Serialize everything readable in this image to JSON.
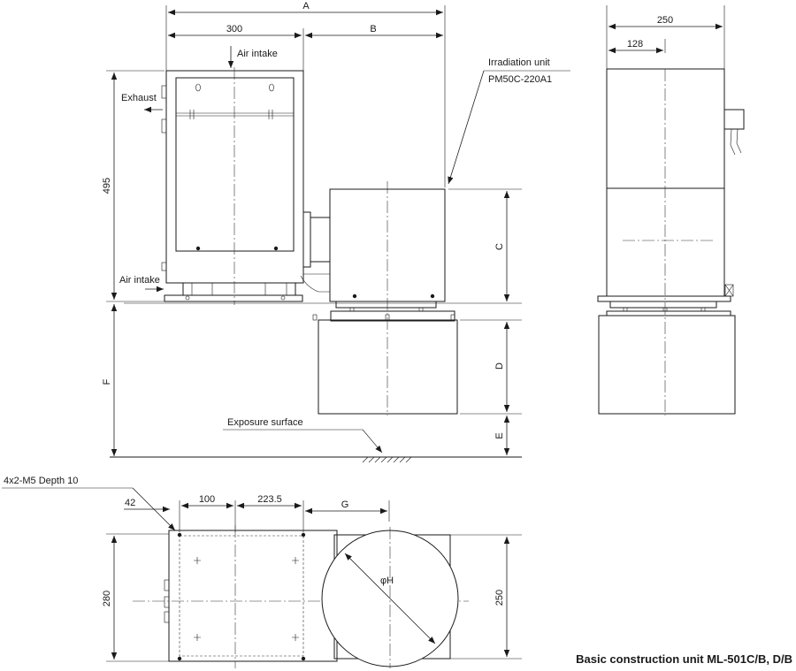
{
  "labels": {
    "dim_a": "A",
    "dim_b": "B",
    "dim_c": "C",
    "dim_d": "D",
    "dim_e": "E",
    "dim_f": "F",
    "dim_g": "G",
    "dim_h": "φH",
    "dim_300": "300",
    "dim_495": "495",
    "dim_250_top": "250",
    "dim_128": "128",
    "dim_100": "100",
    "dim_223_5": "223.5",
    "dim_42": "42",
    "dim_280": "280",
    "dim_250_bottom": "250",
    "air_intake_top": "Air intake",
    "air_intake_side": "Air intake",
    "exhaust": "Exhaust",
    "irradiation_unit": "Irradiation unit",
    "model": "PM50C-220A1",
    "exposure_surface": "Exposure surface",
    "screw_note": "4x2-M5 Depth 10",
    "caption": "Basic construction unit ML-501C/B, D/B"
  }
}
